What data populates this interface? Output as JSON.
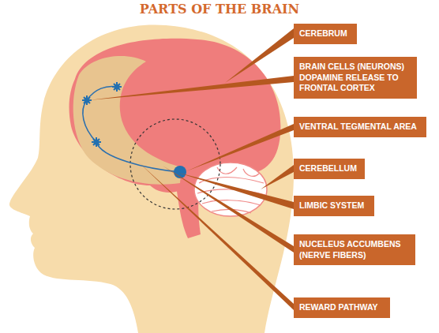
{
  "diagram": {
    "title": "PARTS OF THE BRAIN",
    "nodes": [
      {
        "text": [
          "CEREBRUM"
        ]
      },
      {
        "text": [
          "BRAIN CELLS (NEURONS) DOPAMINE RELEASE TO FRONTAL CORTEX"
        ]
      },
      {
        "text": [
          "VENTRAL TEGMENTAL AREA"
        ]
      },
      {
        "text": [
          "CEREBELLUM"
        ]
      },
      {
        "text": [
          "LIMBIC SYSTEM"
        ]
      },
      {
        "text": [
          "NUCELEUS ACCUMBENS (NERVE FIBERS)"
        ]
      },
      {
        "text": [
          "REWARD PATHWAY"
        ]
      }
    ]
  }
}
